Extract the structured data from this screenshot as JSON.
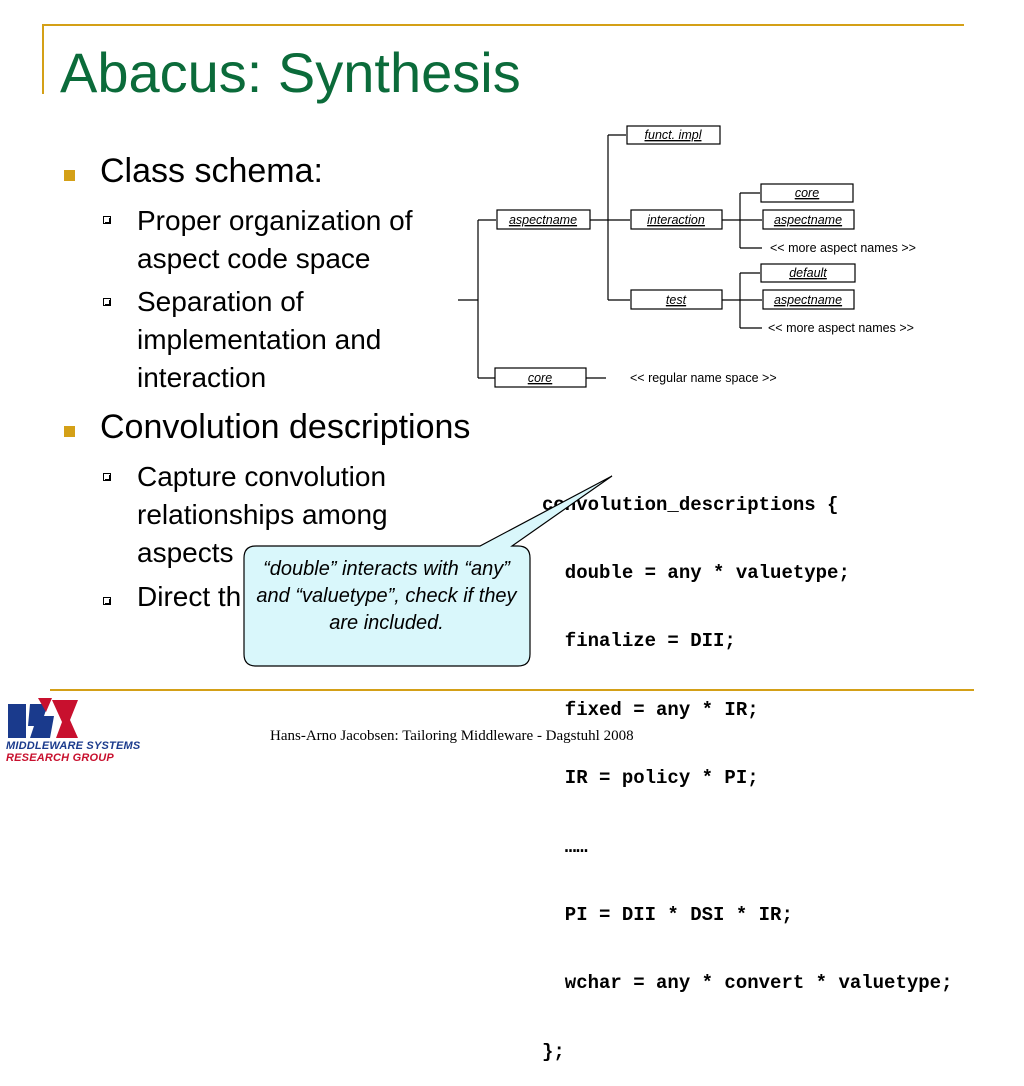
{
  "slide": {
    "title": "Abacus: Synthesis",
    "bullets": [
      {
        "text": "Class schema:",
        "subs": [
          "Proper organization of aspect code space",
          "Separation of implementation and interaction"
        ]
      },
      {
        "text": "Convolution descriptions",
        "subs": [
          "Capture convolution relationships among aspects",
          "Direct th"
        ]
      }
    ]
  },
  "diagram": {
    "boxes": {
      "funct_impl": "funct. impl",
      "core_top": "core",
      "aspectname_root": "aspectname",
      "interaction": "interaction",
      "aspectname_inter": "aspectname",
      "default": "default",
      "test": "test",
      "aspectname_test": "aspectname",
      "core_bottom": "core"
    },
    "more_aspect_names_1": "<< more aspect names >>",
    "more_aspect_names_2": "<< more aspect names >>",
    "regular_name_space": "<< regular name space >>"
  },
  "code": {
    "lines": [
      "convolution_descriptions {",
      "  double = any * valuetype;",
      "  finalize = DII;",
      "  fixed = any * IR;",
      "  IR = policy * PI;",
      "  ……",
      "  PI = DII * DSI * IR;",
      "  wchar = any * convert * valuetype;",
      "};"
    ]
  },
  "callout": {
    "text": "“double” interacts with “any” and “valuetype”, check if they are included."
  },
  "footer": {
    "text": "Hans-Arno Jacobsen: Tailoring Middleware - Dagstuhl 2008"
  },
  "logo": {
    "line1": "MIDDLEWARE SYSTEMS",
    "line2": "RESEARCH GROUP"
  },
  "colors": {
    "title": "#0b6b3a",
    "accent_gold": "#d4a017",
    "callout_fill": "#d9f7fb",
    "logo_blue": "#1a3a8c",
    "logo_red": "#c8102e"
  }
}
